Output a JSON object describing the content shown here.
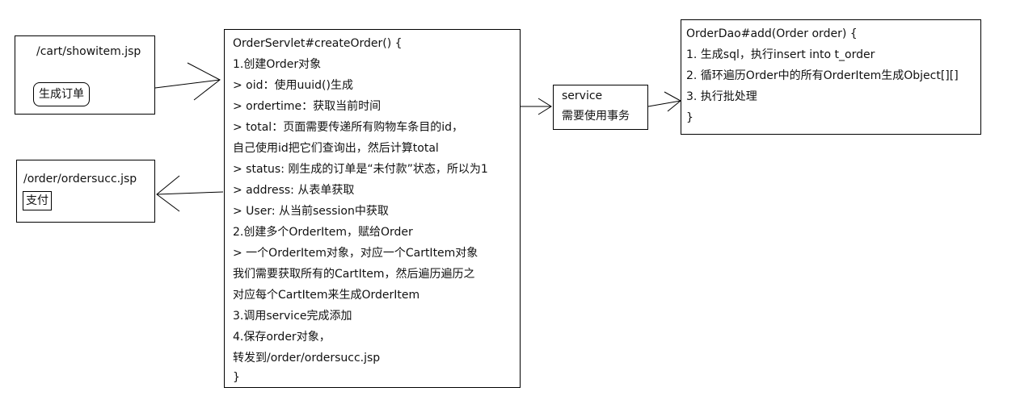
{
  "cart_box": {
    "title": "/cart/showitem.jsp",
    "button": "生成订单"
  },
  "ordersucc_box": {
    "title": "/order/ordersucc.jsp",
    "button": "支付"
  },
  "servlet_box": {
    "lines": [
      "OrderServlet#createOrder() {",
      "1.创建Order对象",
      " > oid：使用uuid()生成",
      " > ordertime：获取当前时间",
      " > total：页面需要传递所有购物车条目的id，",
      "自己使用id把它们查询出，然后计算total",
      " > status: 刚生成的订单是“未付款”状态，所以为1",
      " > address: 从表单获取",
      " > User: 从当前session中获取",
      "2.创建多个OrderItem，赋给Order",
      " > 一个OrderItem对象，对应一个CartItem对象",
      "我们需要获取所有的CartItem，然后遍历遍历之",
      "对应每个CartItem来生成OrderItem",
      "3.调用service完成添加",
      "4.保存order对象，",
      "转发到/order/ordersucc.jsp",
      "}"
    ]
  },
  "service_box": {
    "lines": [
      "service",
      "需要使用事务"
    ]
  },
  "dao_box": {
    "lines": [
      "OrderDao#add(Order order) {",
      "1. 生成sql，执行insert into t_order",
      "2. 循环遍历Order中的所有OrderItem生成Object[][]",
      "3. 执行批处理",
      "}"
    ]
  }
}
